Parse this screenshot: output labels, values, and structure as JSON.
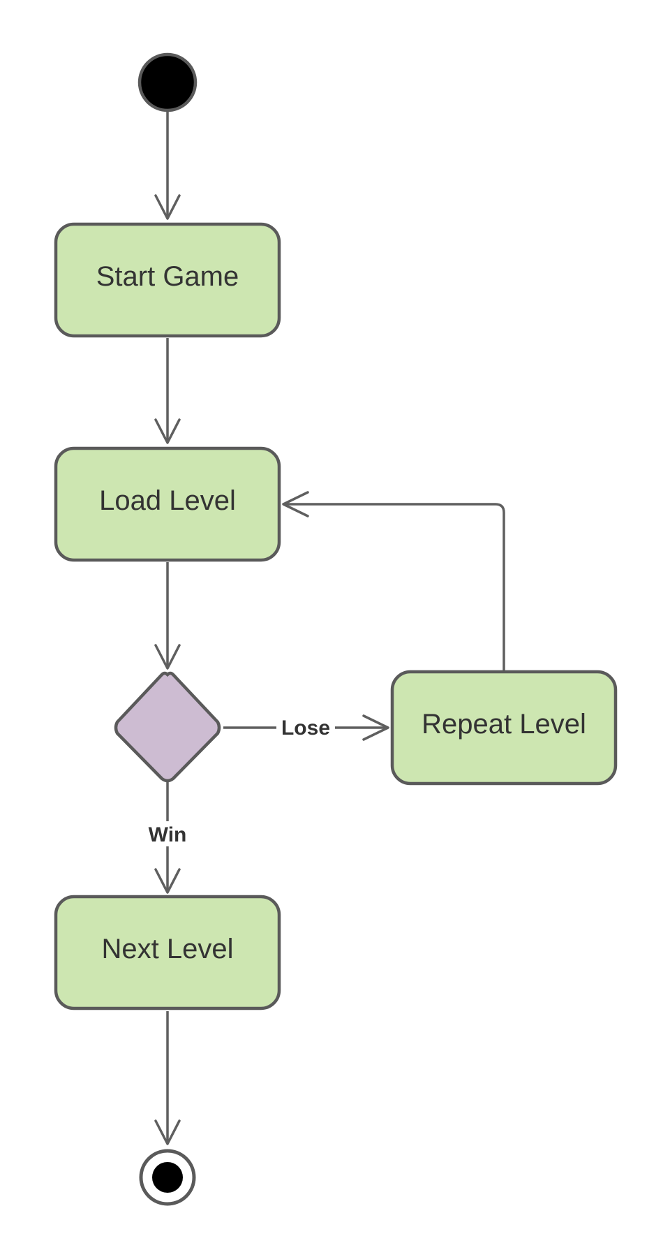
{
  "colors": {
    "action_fill": "#cde6b1",
    "decision_fill": "#cdbcd2",
    "stroke": "#5a5a5a",
    "edge": "#5f5f5f",
    "initial_fill": "#000000",
    "text": "#333333"
  },
  "nodes": {
    "initial": {
      "kind": "initial-node"
    },
    "start_game": {
      "label": "Start Game"
    },
    "load_level": {
      "label": "Load Level"
    },
    "decision": {
      "kind": "decision-node"
    },
    "repeat_level": {
      "label": "Repeat Level"
    },
    "next_level": {
      "label": "Next Level"
    },
    "final": {
      "kind": "final-node"
    }
  },
  "edges": {
    "lose_label": "Lose",
    "win_label": "Win"
  }
}
